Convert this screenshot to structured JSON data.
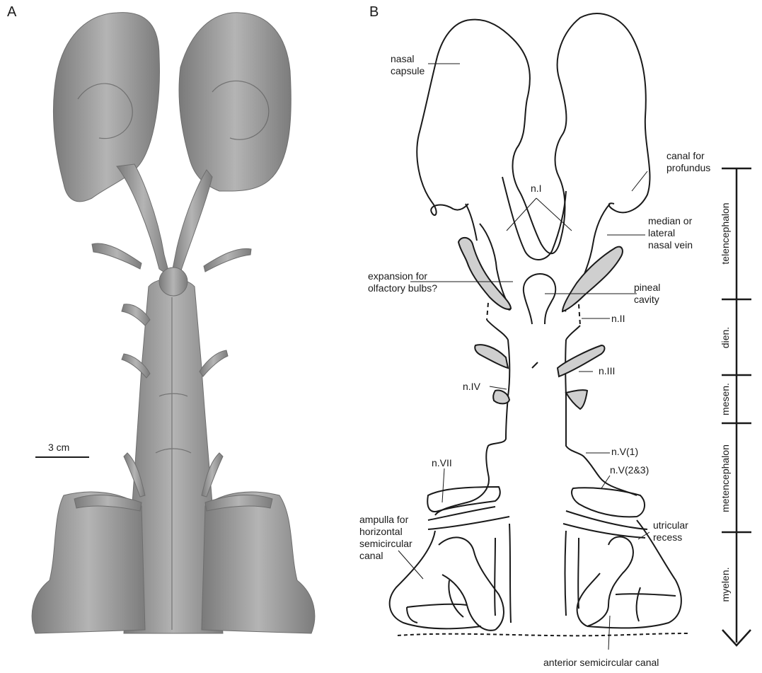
{
  "panels": {
    "a": "A",
    "b": "B"
  },
  "scale_bar": "3 cm",
  "labels": {
    "nasal_capsule": [
      "nasal",
      "capsule"
    ],
    "canal_profundus": [
      "canal for",
      "profundus"
    ],
    "n_I": "n.I",
    "median_lateral_vein": [
      "median or",
      "lateral",
      "nasal vein"
    ],
    "expansion_olfactory": [
      "expansion for",
      "olfactory bulbs?"
    ],
    "pineal_cavity": [
      "pineal",
      "cavity"
    ],
    "n_II": "n.II",
    "n_III": "n.III",
    "n_IV": "n.IV",
    "n_V1": "n.V(1)",
    "n_V23": "n.V(2&3)",
    "n_VII": "n.VII",
    "ampulla": [
      "ampulla for",
      "horizontal",
      "semicircular",
      "canal"
    ],
    "utricular_recess": [
      "utricular",
      "recess"
    ],
    "anterior_canal": "anterior semicircular canal"
  },
  "regions": {
    "telencephalon": "telencephalon",
    "dien": "dien.",
    "mesen": "mesen.",
    "metencephalon": "metencephalon",
    "myelen": "myelen."
  },
  "colors": {
    "specimen": "#9a9a9a",
    "shade": "#cfcfcf",
    "line": "#1a1a1a"
  }
}
